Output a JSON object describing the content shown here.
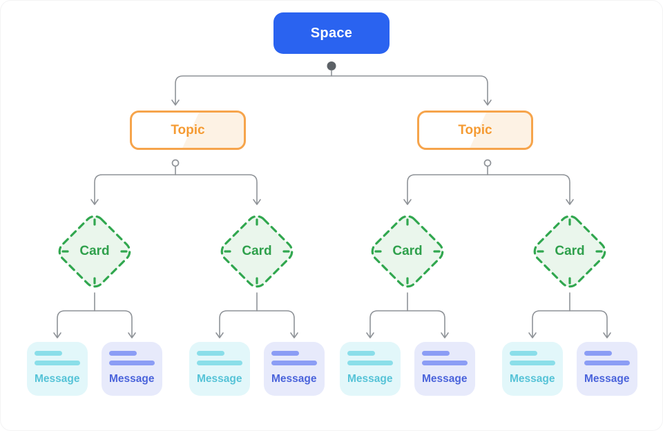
{
  "diagram": {
    "root": {
      "label": "Space"
    },
    "topics": [
      {
        "label": "Topic"
      },
      {
        "label": "Topic"
      }
    ],
    "cards": [
      {
        "label": "Card"
      },
      {
        "label": "Card"
      },
      {
        "label": "Card"
      },
      {
        "label": "Card"
      }
    ],
    "messages": [
      {
        "label": "Message",
        "variant": "cyan"
      },
      {
        "label": "Message",
        "variant": "indigo"
      },
      {
        "label": "Message",
        "variant": "cyan"
      },
      {
        "label": "Message",
        "variant": "indigo"
      },
      {
        "label": "Message",
        "variant": "cyan"
      },
      {
        "label": "Message",
        "variant": "indigo"
      },
      {
        "label": "Message",
        "variant": "cyan"
      },
      {
        "label": "Message",
        "variant": "indigo"
      }
    ]
  },
  "colors": {
    "space_bg": "#2A63F0",
    "space_text": "#FFFFFF",
    "topic_border": "#F6A44B",
    "topic_text": "#F59B33",
    "topic_fill_light": "#FFFFFF",
    "topic_fill_shade": "#FDF2E4",
    "card_border": "#31A74F",
    "card_fill": "#EAF6EC",
    "card_text": "#2FA04C",
    "msg_cyan_bg": "#E2F7FA",
    "msg_cyan_bar": "#8ADEE9",
    "msg_cyan_text": "#55C3D7",
    "msg_indigo_bg": "#E7EAFB",
    "msg_indigo_bar": "#8B9DF5",
    "msg_indigo_text": "#4A63DB",
    "connector": "#8E9297",
    "connector_dot": "#5C6166"
  }
}
